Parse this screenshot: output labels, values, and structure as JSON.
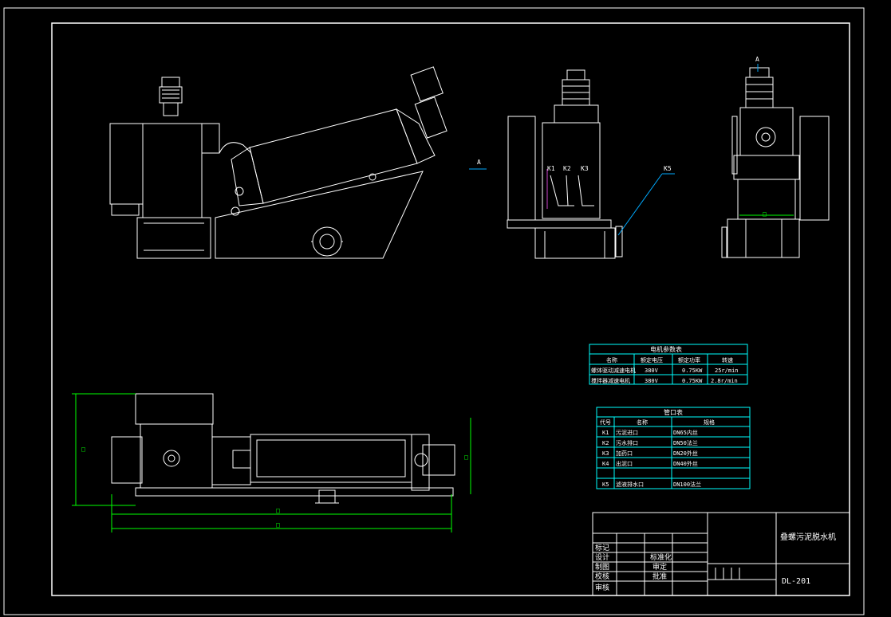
{
  "drawing": {
    "title": "叠螺污泥脱水机",
    "number": "DL-201",
    "section_mark": "A",
    "callouts": [
      "K1",
      "K2",
      "K3",
      "K5"
    ],
    "dim_placeholder": "□"
  },
  "motor_table": {
    "heading": "电机参数表",
    "headers": [
      "名称",
      "额定电压",
      "额定功率",
      "转速"
    ],
    "rows": [
      [
        "螺体驱动减速电机",
        "380V",
        "0.75KW",
        "25r/min"
      ],
      [
        "搅拌器减速电机",
        "380V",
        "0.75KW",
        "2.8r/min"
      ]
    ]
  },
  "port_table": {
    "heading": "管口表",
    "headers": [
      "代号",
      "名称",
      "规格"
    ],
    "rows": [
      [
        "K1",
        "污泥进口",
        "DN65内丝"
      ],
      [
        "K2",
        "污水排口",
        "DN50法兰"
      ],
      [
        "K3",
        "加药口",
        "DN20外丝"
      ],
      [
        "K4",
        "出泥口",
        "DN40外丝"
      ],
      [
        "",
        "",
        ""
      ],
      [
        "K5",
        "滤液排水口",
        "DN100法兰"
      ]
    ]
  },
  "title_block": {
    "labels_left": [
      "标记",
      "设计",
      "制图",
      "校核",
      "审核"
    ],
    "labels_mid": [
      "标准化",
      "审定",
      "批准"
    ]
  },
  "colors": {
    "outline": "#ffffff",
    "table": "#00ffff",
    "dimension": "#00ff00",
    "leader": "#00aaff",
    "accent": "#cc44cc"
  }
}
